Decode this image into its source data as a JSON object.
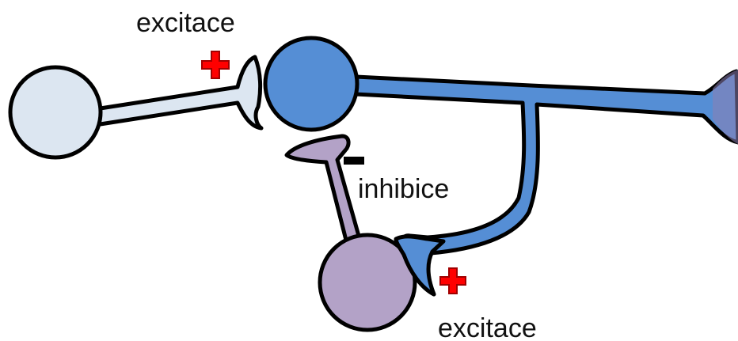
{
  "labels": {
    "top_synapse": "excitace",
    "inhibitory_synapse": "inhibice",
    "bottom_synapse": "excitace"
  },
  "colors": {
    "presynaptic_neuron": "#dce6f1",
    "main_neuron": "#558ed5",
    "interneuron": "#b3a2c7",
    "plus_sign": "#ff0000",
    "minus_sign": "#000000",
    "outline": "#000000"
  },
  "icons": {
    "excitatory": "plus-icon",
    "inhibitory": "minus-icon"
  }
}
